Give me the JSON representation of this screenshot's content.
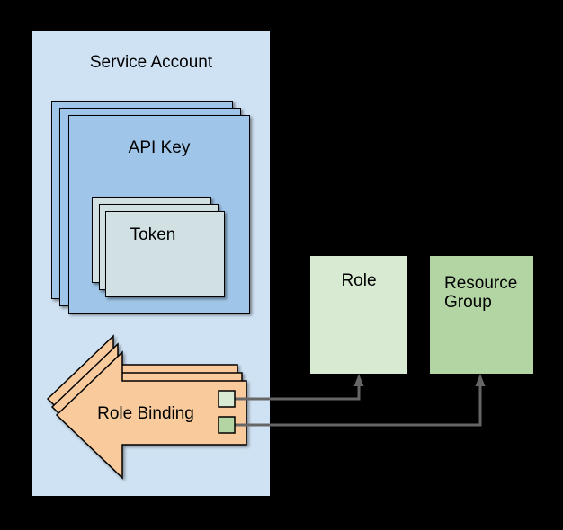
{
  "diagram": {
    "background_color": "#000000",
    "text_color": "#000000",
    "connector_color": "#666666",
    "service_account": {
      "label": "Service Account",
      "fill": "#cfe2f3"
    },
    "api_key": {
      "label": "API Key",
      "fill": "#9fc5e8",
      "stack_count": 3
    },
    "token": {
      "label": "Token",
      "fill": "#d0e0e3",
      "stack_count": 3
    },
    "role_binding": {
      "label": "Role Binding",
      "fill": "#f9cb9c",
      "stack_count": 3,
      "role_port_fill": "#d9ead3",
      "resource_group_port_fill": "#b3d5a4"
    },
    "role": {
      "label": "Role",
      "fill": "#d9ead3"
    },
    "resource_group": {
      "label": "Resource Group",
      "fill": "#b3d5a4"
    },
    "connections": [
      {
        "from": "Role Binding",
        "to": "Role"
      },
      {
        "from": "Role Binding",
        "to": "Resource Group"
      }
    ]
  }
}
